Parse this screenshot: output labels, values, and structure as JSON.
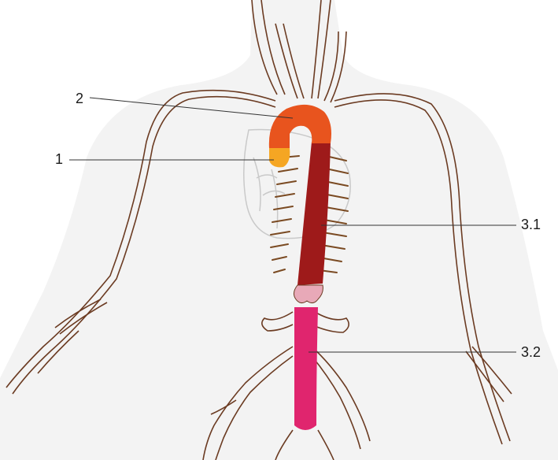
{
  "labels": {
    "two": "2",
    "one": "1",
    "three_one": "3.1",
    "three_two": "3.2"
  },
  "colors": {
    "aortic_root": "#f5a623",
    "aortic_arch": "#e8541e",
    "thoracic_aorta": "#9e1a1a",
    "abdominal_aorta": "#e0256e",
    "vessels": "#6b3b22",
    "body_silhouette": "#f3f3f3",
    "heart_outline": "#c9c9c9",
    "leader_line": "#333333"
  }
}
